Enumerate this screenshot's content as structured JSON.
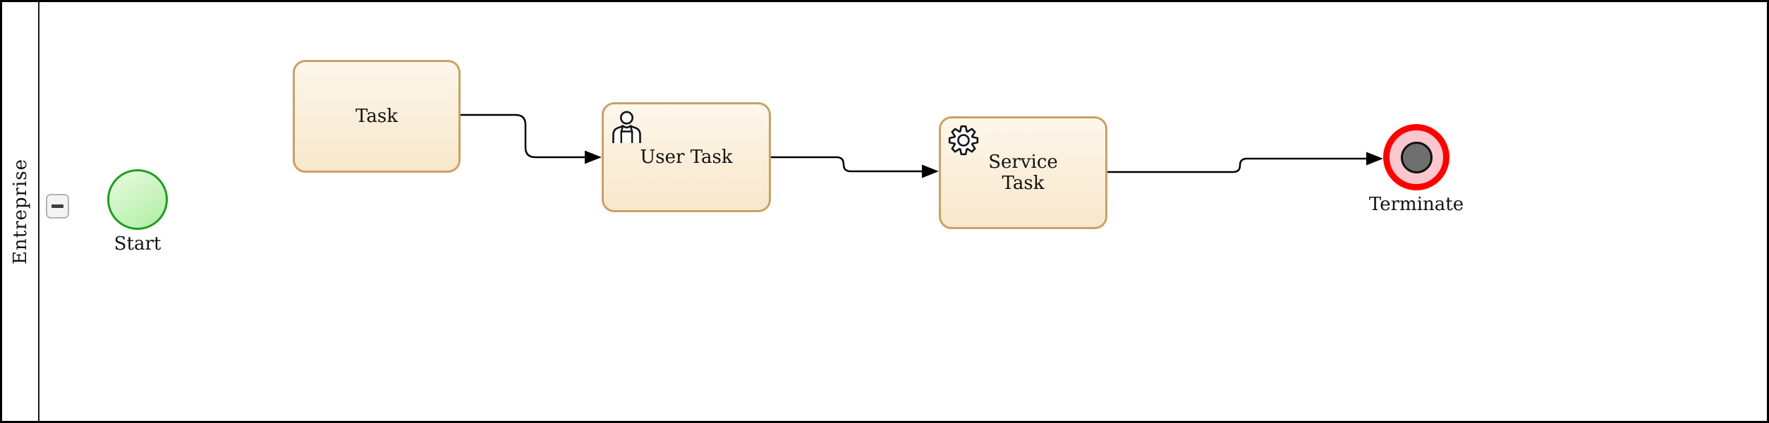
{
  "pool": {
    "label": "Entreprise",
    "collapse_icon": "minus"
  },
  "nodes": {
    "start": {
      "type": "start-event",
      "label": "Start"
    },
    "task": {
      "type": "task",
      "label": "Task"
    },
    "user_task": {
      "type": "user-task",
      "label": "User Task",
      "icon": "person"
    },
    "service_task": {
      "type": "service-task",
      "label": "Service\nTask",
      "icon": "gear"
    },
    "terminate": {
      "type": "terminate-end-event",
      "label": "Terminate"
    }
  },
  "flows": [
    {
      "from": "task",
      "to": "user_task"
    },
    {
      "from": "user_task",
      "to": "service_task"
    },
    {
      "from": "service_task",
      "to": "terminate"
    }
  ],
  "colors": {
    "task_border": "#C9A165",
    "task_fill_top": "#FDF7EB",
    "task_fill_bottom": "#F8E7CB",
    "start_border": "#1F9C1F",
    "start_fill_top": "#E9FBE2",
    "start_fill_bottom": "#AEEEA0",
    "terminate_ring": "#FF0000",
    "terminate_inner_fill": "#F9C7CE",
    "terminate_core": "#6F6F6F",
    "connector": "#000000",
    "lane_border": "#1A1A1A"
  }
}
